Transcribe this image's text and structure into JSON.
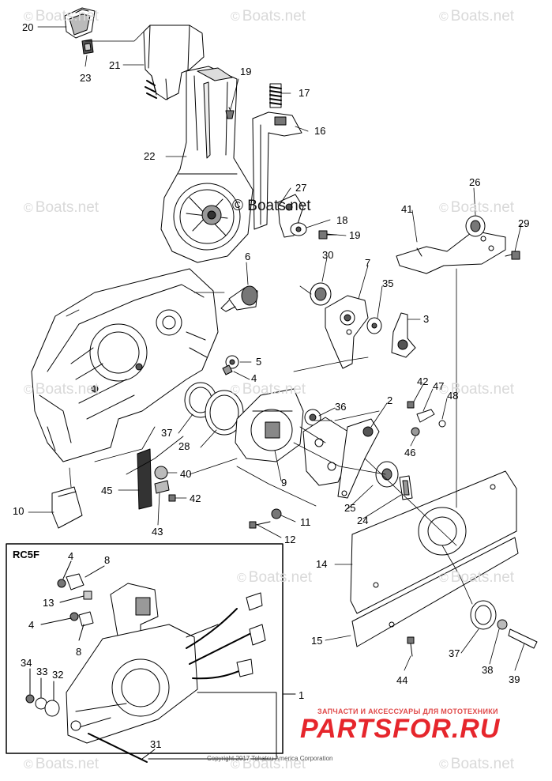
{
  "watermarks": [
    {
      "text": "Boats.net"
    },
    {
      "text": "Boats.net"
    },
    {
      "text": "Boats.net"
    },
    {
      "text": "Boats.net"
    },
    {
      "text": "Boats.net"
    },
    {
      "text": "Boats.net"
    },
    {
      "text": "Boats.net"
    },
    {
      "text": "Boats.net"
    },
    {
      "text": "Boats.net"
    },
    {
      "text": "Boats.net"
    },
    {
      "text": "Boats.net"
    },
    {
      "text": "Boats.net"
    },
    {
      "text": "Boats.net"
    }
  ],
  "center_watermark": "Boats.net",
  "copyright_symbol": "©",
  "inset_title": "RC5F",
  "copyright": "Copyright 2017 Tohatsu America Corporation",
  "brand": {
    "tagline": "ЗАПЧАСТИ И АКСЕССУАРЫ ДЛЯ МОТОТЕХНИКИ",
    "logo": "PARTSFOR.RU"
  },
  "callouts": [
    {
      "label": "20"
    },
    {
      "label": "21"
    },
    {
      "label": "23"
    },
    {
      "label": "19"
    },
    {
      "label": "17"
    },
    {
      "label": "16"
    },
    {
      "label": "22"
    },
    {
      "label": "27"
    },
    {
      "label": "18"
    },
    {
      "label": "19"
    },
    {
      "label": "26"
    },
    {
      "label": "41"
    },
    {
      "label": "29"
    },
    {
      "label": "6"
    },
    {
      "label": "30"
    },
    {
      "label": "7"
    },
    {
      "label": "35"
    },
    {
      "label": "3"
    },
    {
      "label": "5"
    },
    {
      "label": "4"
    },
    {
      "label": "42"
    },
    {
      "label": "47"
    },
    {
      "label": "48"
    },
    {
      "label": "36"
    },
    {
      "label": "2"
    },
    {
      "label": "46"
    },
    {
      "label": "37"
    },
    {
      "label": "28"
    },
    {
      "label": "40"
    },
    {
      "label": "9"
    },
    {
      "label": "45"
    },
    {
      "label": "42"
    },
    {
      "label": "10"
    },
    {
      "label": "43"
    },
    {
      "label": "25"
    },
    {
      "label": "24"
    },
    {
      "label": "11"
    },
    {
      "label": "12"
    },
    {
      "label": "14"
    },
    {
      "label": "4"
    },
    {
      "label": "8"
    },
    {
      "label": "13"
    },
    {
      "label": "4"
    },
    {
      "label": "8"
    },
    {
      "label": "34"
    },
    {
      "label": "33"
    },
    {
      "label": "32"
    },
    {
      "label": "1"
    },
    {
      "label": "31"
    },
    {
      "label": "15"
    },
    {
      "label": "37"
    },
    {
      "label": "44"
    },
    {
      "label": "38"
    },
    {
      "label": "39"
    }
  ]
}
